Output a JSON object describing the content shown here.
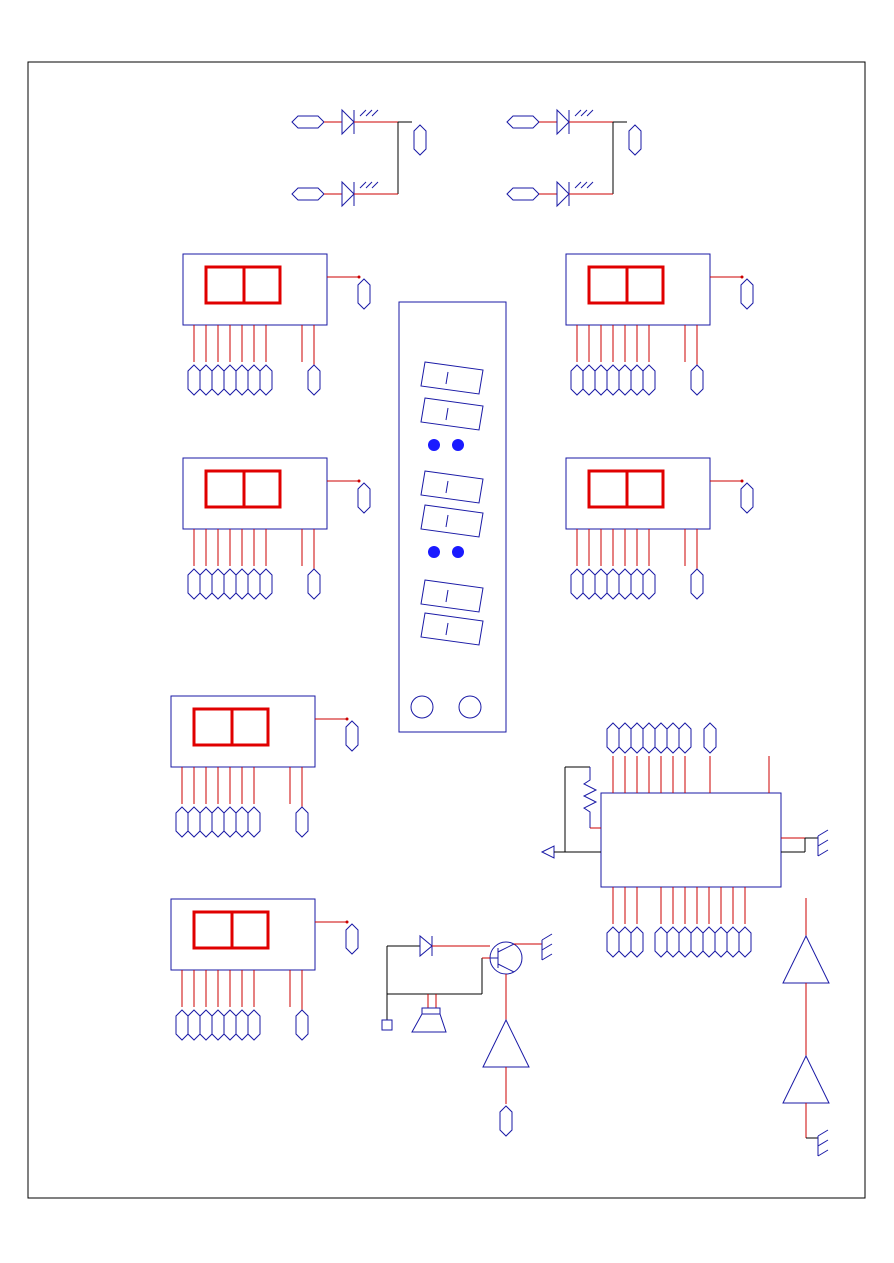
{
  "diagram": {
    "type": "schematic",
    "colors": {
      "frame": "#000000",
      "component": "#1a1aa6",
      "wire": "#cc0000",
      "segment": "#e00000",
      "led_dot": "#1a1aff"
    },
    "components": {
      "led_pairs": 2,
      "seven_segment_modules": 6,
      "display_panel": 1,
      "microcontroller": 1,
      "buzzer_circuit": 1,
      "buffers": 3
    }
  }
}
